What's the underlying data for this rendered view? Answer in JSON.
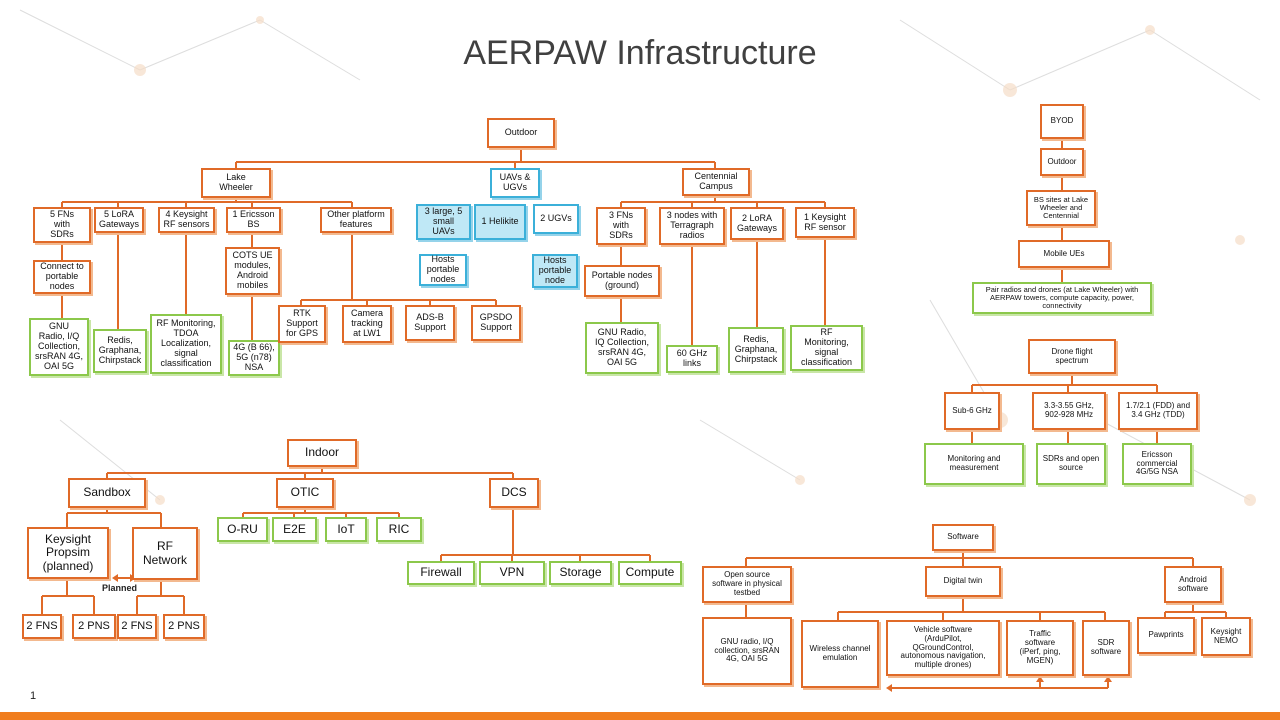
{
  "title": "AERPAW Infrastructure",
  "page_number": "1",
  "outdoor": {
    "root": "Outdoor",
    "lake_wheeler": "Lake\nWheeler",
    "uavs_ugvs": "UAVs &\nUGVs",
    "centennial": "Centennial\nCampus",
    "fns_sdrs": "5 FNs\nwith\nSDRs",
    "lora_gw": "5 LoRA\nGateways",
    "keysight_rf": "4 Keysight\nRF sensors",
    "ericsson_bs": "1 Ericsson\nBS",
    "other_platform": "Other platform\nfeatures",
    "connect_portable": "Connect to\nportable\nnodes",
    "gnu_radio_lw": "GNU\nRadio, I/Q\nCollection,\nsrsRAN 4G,\nOAI 5G",
    "redis_lw": "Redis,\nGraphana,\nChirpstack",
    "rf_monitoring_lw": "RF Monitoring,\nTDOA\nLocalization,\nsignal\nclassification",
    "cots_ue": "COTS UE\nmodules,\nAndroid\nmobiles",
    "lte_nsa": "4G (B 66),\n5G (n78)\nNSA",
    "rtk": "RTK\nSupport\nfor GPS",
    "camera": "Camera\ntracking\nat LW1",
    "adsb": "ADS-B\nSupport",
    "gpsdo": "GPSDO\nSupport",
    "uavs": "3 large, 5\nsmall\nUAVs",
    "helikite": "1 Helikite",
    "ugvs": "2 UGVs",
    "hosts_portable_nodes": "Hosts\nportable\nnodes",
    "hosts_portable_node": "Hosts\nportable\nnode",
    "fns_sdrs_cc": "3 FNs\nwith\nSDRs",
    "terragraph": "3 nodes with\nTerragraph\nradios",
    "lora_cc": "2 LoRA\nGateways",
    "keysight_cc": "1 Keysight\nRF sensor",
    "portable_ground": "Portable nodes\n(ground)",
    "gnu_radio_cc": "GNU Radio,\nIQ Collection,\nsrsRAN 4G,\nOAI 5G",
    "ghz_links": "60 GHz\nlinks",
    "redis_cc": "Redis,\nGraphana,\nChirpstack",
    "rf_monitoring_cc": "RF\nMonitoring,\nsignal\nclassification"
  },
  "indoor": {
    "root": "Indoor",
    "sandbox": "Sandbox",
    "otic": "OTIC",
    "dcs": "DCS",
    "keysight_propsim": "Keysight\nPropsim\n(planned)",
    "rf_network": "RF\nNetwork",
    "planned_label": "Planned",
    "fns_1": "2 FNS",
    "pns_1": "2 PNS",
    "fns_2": "2 FNS",
    "pns_2": "2 PNS",
    "oru": "O-RU",
    "e2e": "E2E",
    "iot": "IoT",
    "ric": "RIC",
    "firewall": "Firewall",
    "vpn": "VPN",
    "storage": "Storage",
    "compute": "Compute"
  },
  "byod": {
    "root": "BYOD",
    "outdoor": "Outdoor",
    "bs_sites": "BS sites at Lake\nWheeler and\nCentennial",
    "mobile_ues": "Mobile UEs",
    "pair_radios": "Pair radios and drones (at Lake Wheeler) with\nAERPAW towers, compute capacity, power,\nconnectivity"
  },
  "spectrum": {
    "root": "Drone flight\nspectrum",
    "sub6": "Sub-6 GHz",
    "band_33": "3.3-3.55 GHz,\n902-928 MHz",
    "band_17": "1.7/2.1 (FDD) and\n3.4 GHz (TDD)",
    "monitoring": "Monitoring and\nmeasurement",
    "sdrs_open": "SDRs and open\nsource",
    "ericsson_commercial": "Ericsson\ncommercial\n4G/5G NSA"
  },
  "software": {
    "root": "Software",
    "open_source": "Open source\nsoftware in physical\ntestbed",
    "digital_twin": "Digital twin",
    "android": "Android\nsoftware",
    "gnu_radio": "GNU radio, I/Q\ncollection, srsRAN\n4G, OAI 5G",
    "wireless_channel": "Wireless channel\nemulation",
    "vehicle_software": "Vehicle software\n(ArduPilot,\nQGroundControl,\nautonomous navigation,\nmultiple drones)",
    "traffic_software": "Traffic\nsoftware\n(iPerf, ping,\nMGEN)",
    "sdr_software": "SDR\nsoftware",
    "pawprints": "Pawprints",
    "keysight_nemo": "Keysight\nNEMO"
  },
  "colors": {
    "orange": "#e06a28",
    "green": "#8cc84b",
    "blue": "#3bb0d9",
    "bar": "#f07d1e"
  }
}
